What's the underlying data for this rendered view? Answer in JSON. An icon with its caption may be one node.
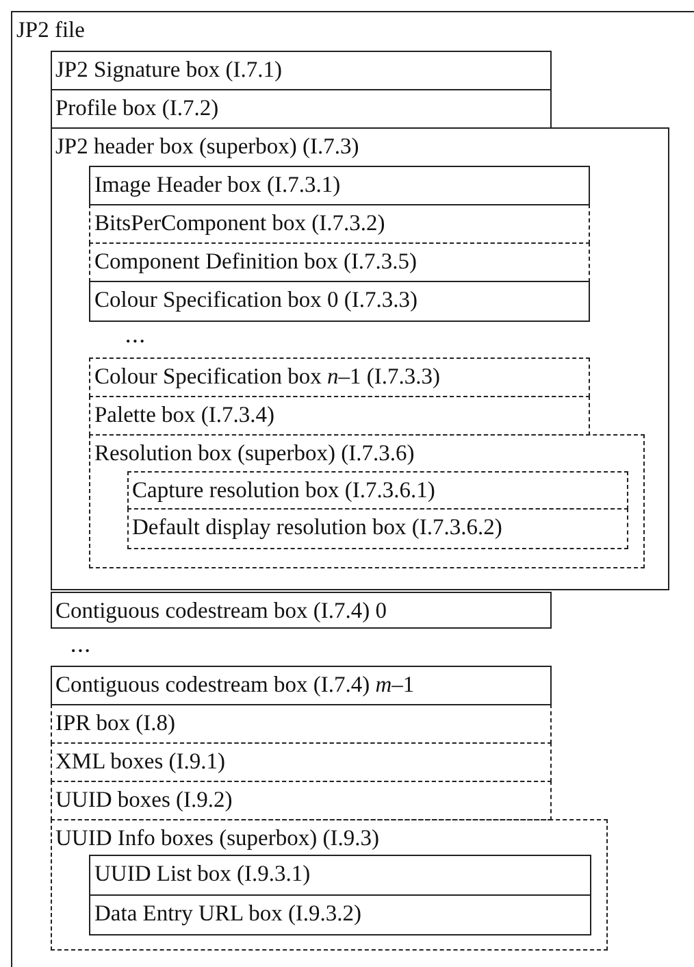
{
  "diagram": {
    "nodes": [
      {
        "text": [
          "JP2 file"
        ]
      },
      {
        "text": [
          "JP2 Signature box (I.7.1)"
        ],
        "in": 0
      },
      {
        "text": [
          "Profile box (I.7.2)"
        ],
        "in": 0
      },
      {
        "text": [
          "JP2 header box (superbox) (I.7.3)"
        ],
        "in": 0
      },
      {
        "text": [
          "Image Header box (I.7.3.1)"
        ],
        "in": 3
      },
      {
        "text": [
          "BitsPerComponent box (I.7.3.2)"
        ],
        "in": 3
      },
      {
        "text": [
          "Component Definition box (I.7.3.5)"
        ],
        "in": 3
      },
      {
        "text": [
          "Colour Specification box 0 (I.7.3.3)"
        ],
        "in": 3
      },
      {
        "text": [
          "Colour Specification box *n*–1 (I.7.3.3)"
        ],
        "in": 3
      },
      {
        "text": [
          "Palette box (I.7.3.4)"
        ],
        "in": 3
      },
      {
        "text": [
          "Resolution box (superbox) (I.7.3.6)"
        ],
        "in": 3
      },
      {
        "text": [
          "Capture resolution box (I.7.3.6.1)"
        ],
        "in": 10
      },
      {
        "text": [
          "Default display resolution box (I.7.3.6.2)"
        ],
        "in": 10
      },
      {
        "text": [
          "Contiguous codestream box (I.7.4) 0"
        ],
        "in": 0
      },
      {
        "text": [
          "Contiguous codestream box (I.7.4) *m*–1"
        ],
        "in": 0
      },
      {
        "text": [
          "IPR box (I.8)"
        ],
        "in": 0
      },
      {
        "text": [
          "XML boxes (I.9.1)"
        ],
        "in": 0
      },
      {
        "text": [
          "UUID boxes (I.9.2)"
        ],
        "in": 0
      },
      {
        "text": [
          "UUID Info boxes (superbox) (I.9.3)"
        ],
        "in": 0
      },
      {
        "text": [
          "UUID List box (I.9.3.1)"
        ],
        "in": 18
      },
      {
        "text": [
          "Data Entry URL box (I.9.3.2)"
        ],
        "in": 18
      }
    ],
    "labels": [
      "•••",
      "•••"
    ]
  }
}
